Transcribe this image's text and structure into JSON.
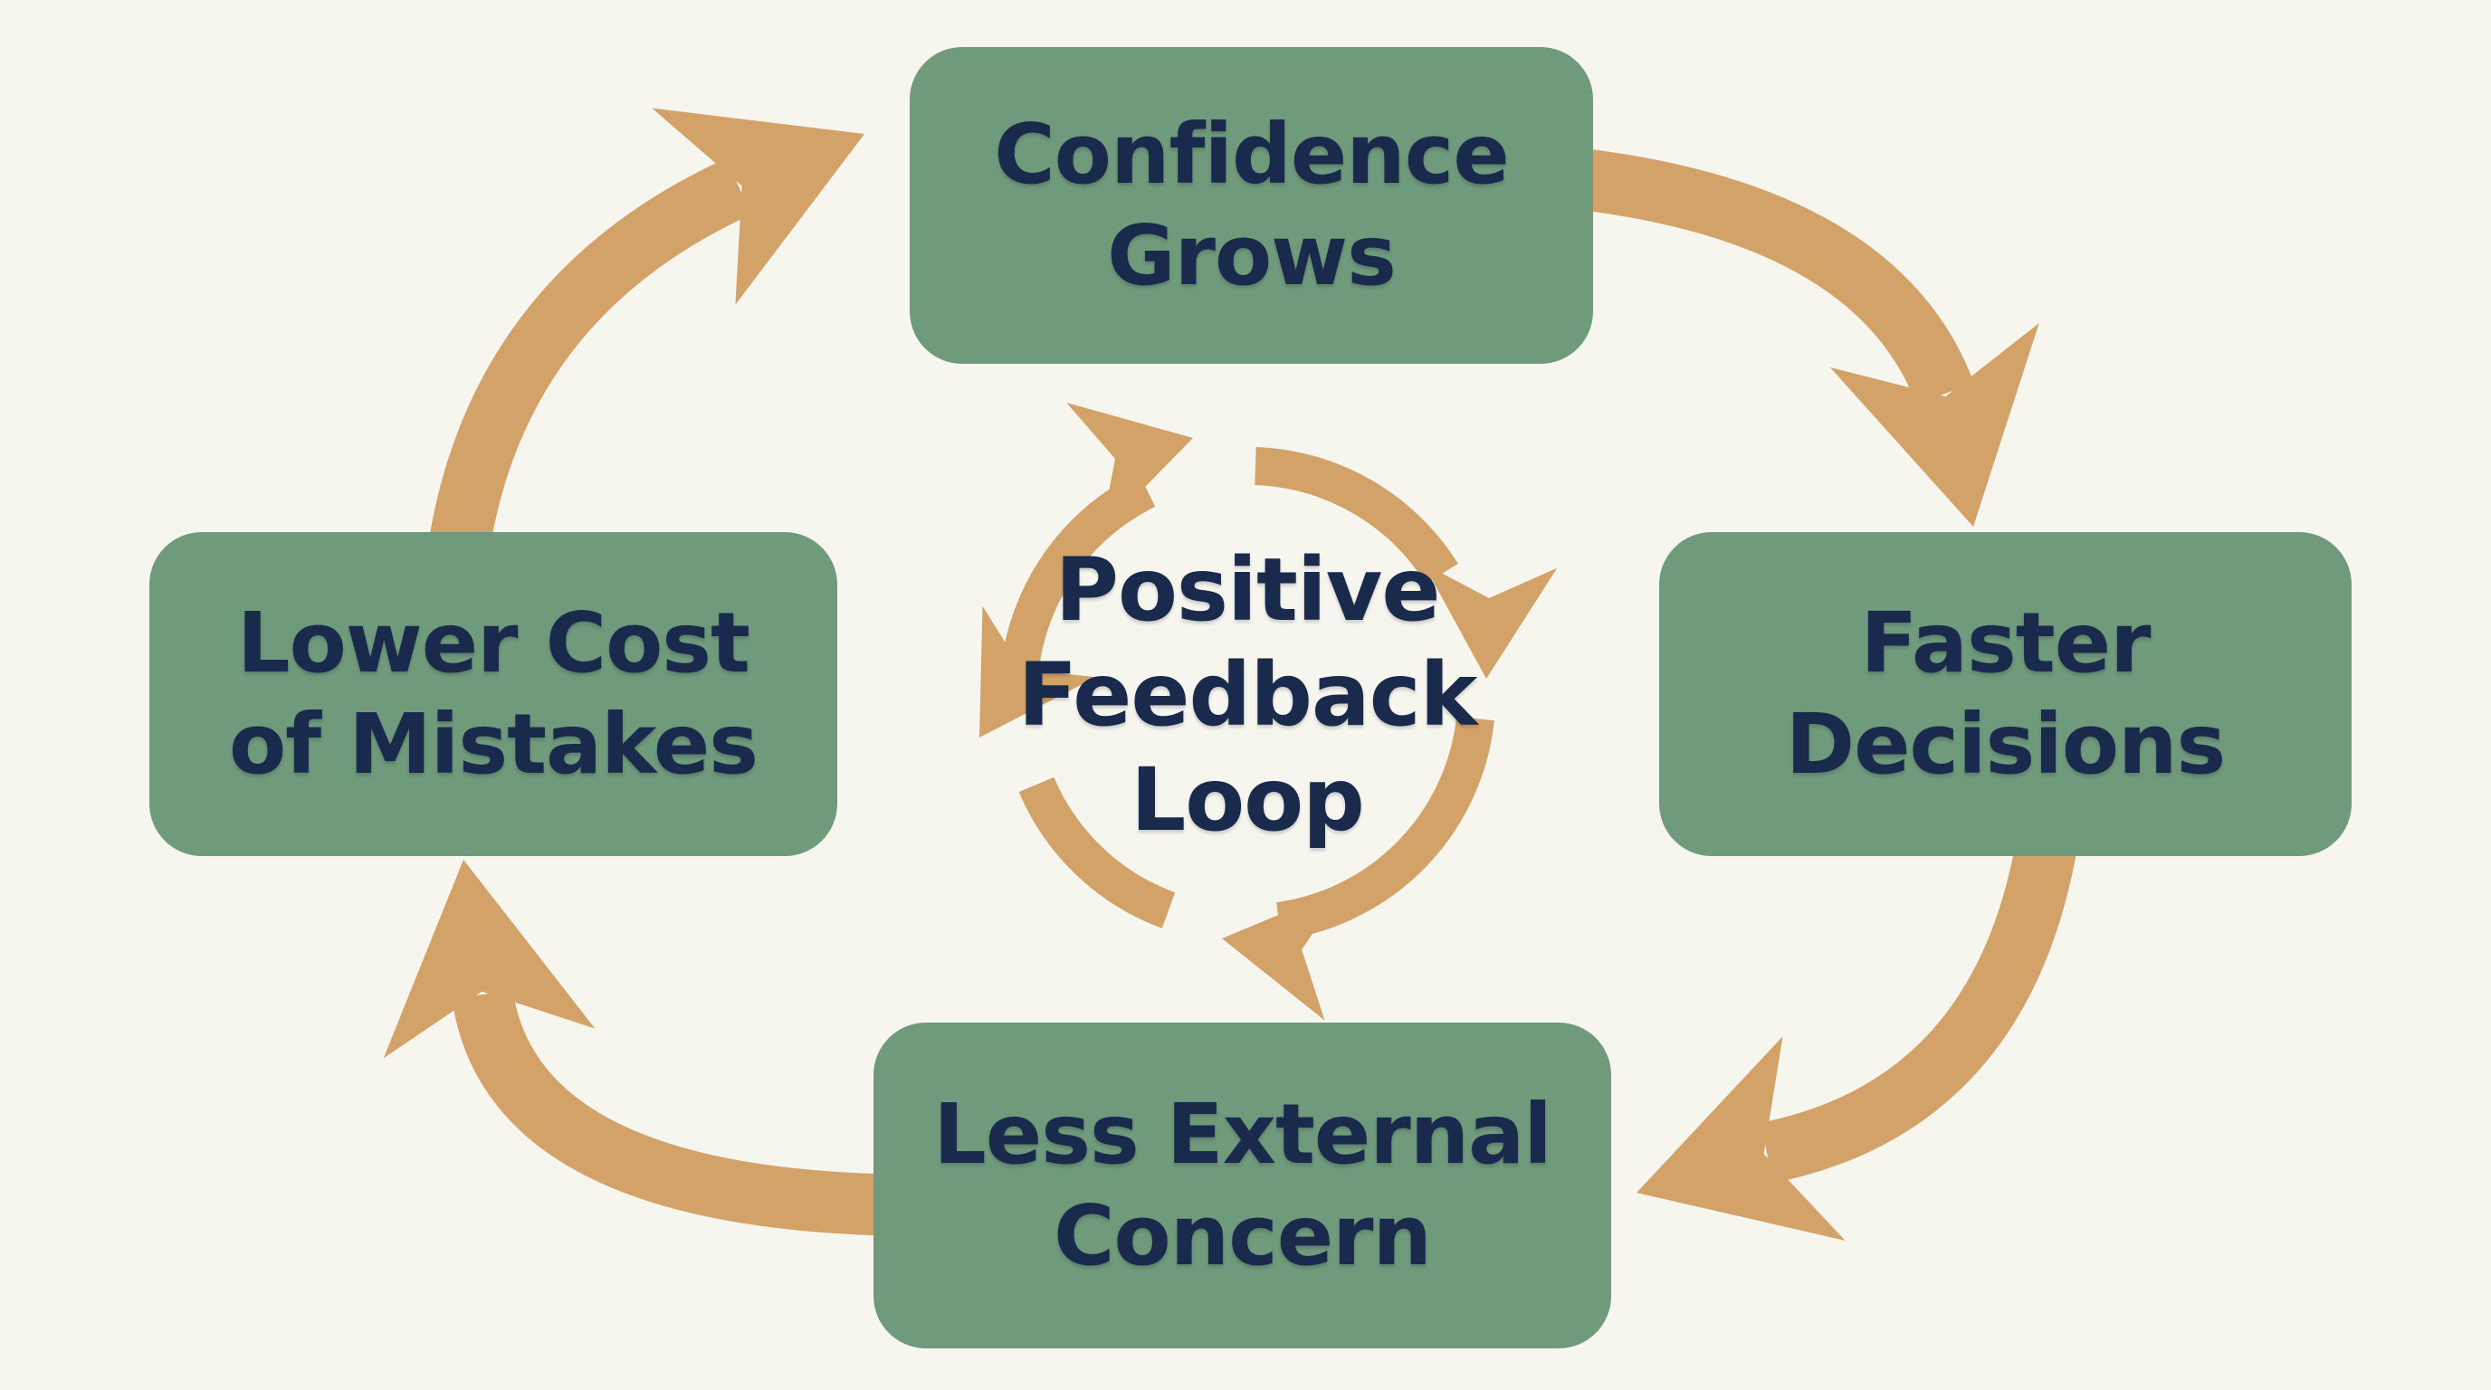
{
  "colors": {
    "background": "#F6F5EE",
    "box_green": "#6F9A7B",
    "arrow_tan": "#D2A269",
    "text_navy": "#1A2A4C"
  },
  "center": {
    "label": "Positive Feedback Loop",
    "lines": [
      "Positive",
      "Feedback",
      "Loop"
    ]
  },
  "nodes": [
    {
      "id": "confidence-grows",
      "position": "top",
      "label": "Confidence Grows",
      "lines": [
        "Confidence",
        "Grows"
      ]
    },
    {
      "id": "faster-decisions",
      "position": "right",
      "label": "Faster Decisions",
      "lines": [
        "Faster",
        "Decisions"
      ]
    },
    {
      "id": "less-external-concern",
      "position": "bottom",
      "label": "Less External Concern",
      "lines": [
        "Less External",
        "Concern"
      ]
    },
    {
      "id": "lower-cost-of-mistakes",
      "position": "left",
      "label": "Lower Cost of Mistakes",
      "lines": [
        "Lower Cost",
        "of Mistakes"
      ]
    }
  ],
  "cycle_order": [
    "Confidence Grows",
    "Faster Decisions",
    "Less External Concern",
    "Lower Cost of Mistakes"
  ]
}
